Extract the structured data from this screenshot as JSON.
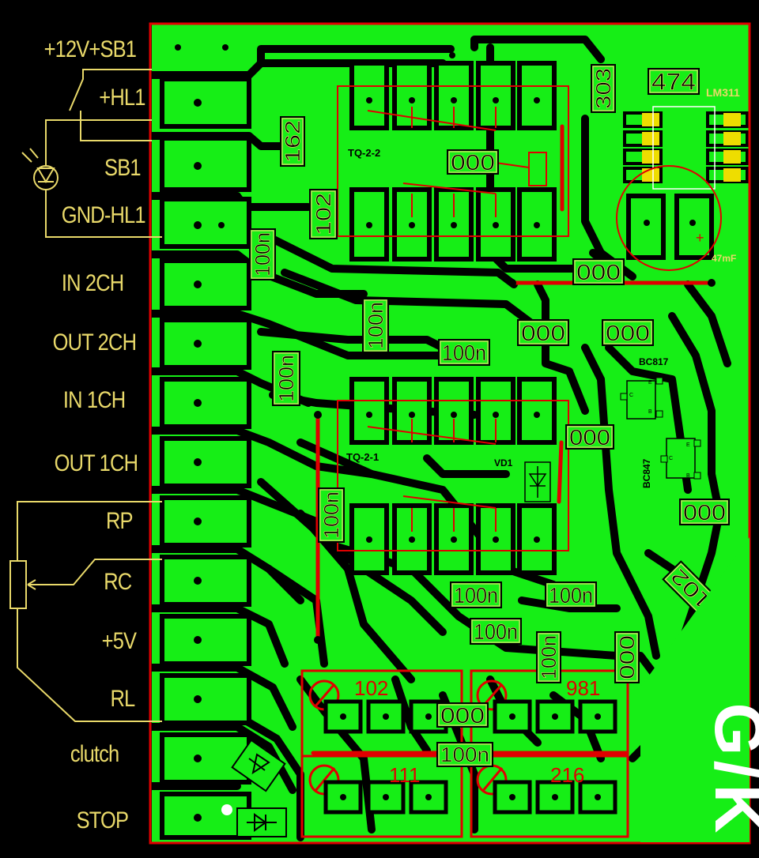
{
  "board": {
    "colors": {
      "background": "#000000",
      "copper": "#16ee16",
      "outline": "#e00000",
      "silk": "#e9d96a",
      "white": "#ffffff",
      "pad_accent": "#eedd00"
    },
    "logo_text": "G/K"
  },
  "connector_labels": [
    "+12V+SB1",
    "+HL1",
    "SB1",
    "GND-HL1",
    "IN 2CH",
    "OUT 2CH",
    "IN 1CH",
    "OUT  1CH",
    "RP",
    "RC",
    "+5V",
    "RL",
    "clutch",
    "STOP"
  ],
  "component_labels": {
    "r303": "303",
    "c474": "474",
    "lm311": "LM311",
    "r162": "162",
    "r102a": "102",
    "tq22": "TQ-2-2",
    "r000a": "000",
    "c100a": "100n",
    "cap47": "47mF",
    "r000b": "000",
    "c100b": "100n",
    "r000c": "000",
    "r000d": "000",
    "c100c": "100n",
    "c100d": "100n",
    "bc817": "BC817",
    "tq21": "TQ-2-1",
    "r000e": "000",
    "vd1": "VD1",
    "bc847": "BC847",
    "c100e": "100n",
    "r000f": "000",
    "c100f": "100n",
    "c100g": "100n",
    "c100h": "100n",
    "c100i": "100n",
    "r000g": "000",
    "r102b": "102",
    "pot102": "102",
    "pot981": "981",
    "r000h": "000",
    "c100j": "100n",
    "pot111": "111",
    "pot216": "216",
    "tr_c1": "C",
    "tr_b1": "B",
    "tr_e1": "E",
    "tr_c2": "C",
    "tr_b2": "B",
    "tr_e2": "E"
  }
}
